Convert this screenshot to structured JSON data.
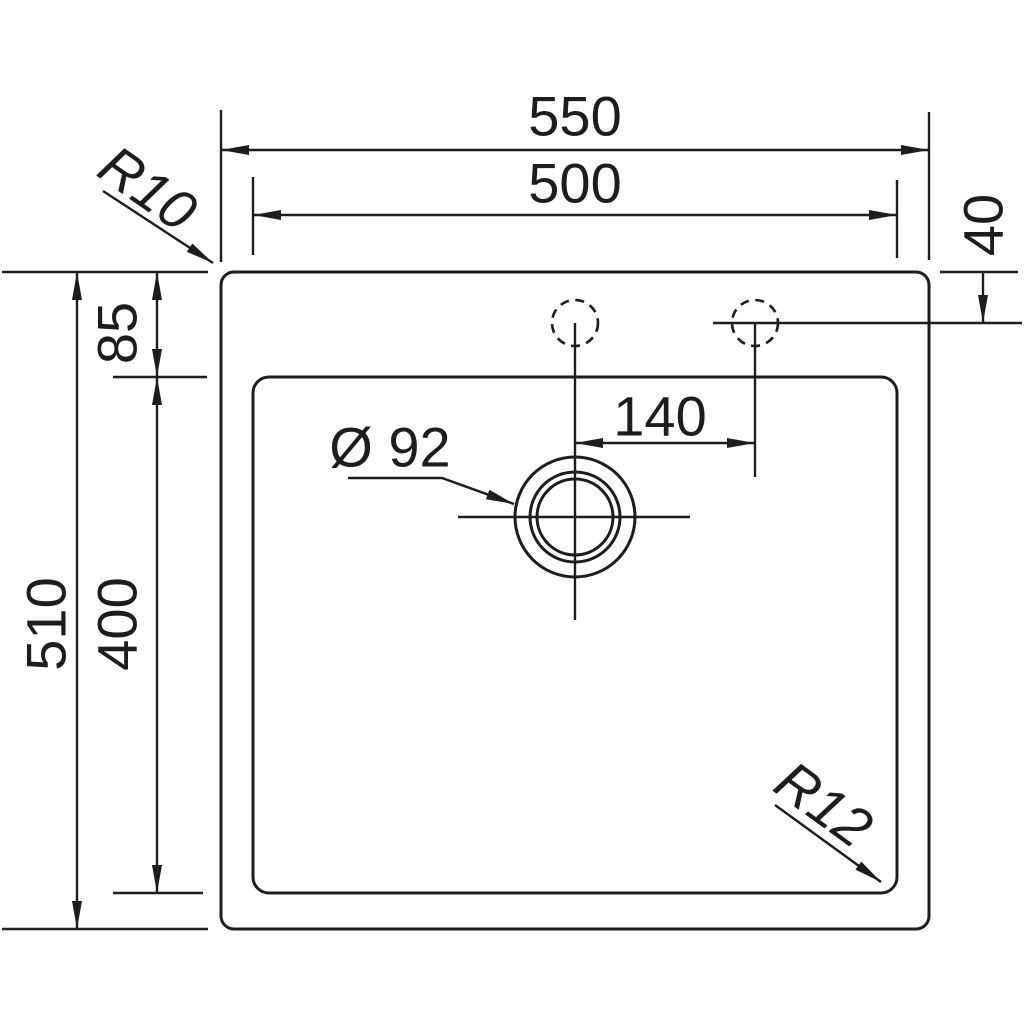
{
  "page": {
    "background_color": "#ffffff",
    "line_color": "#1d1d1b"
  },
  "drawing": {
    "description": "Technical dimension drawing, top view of a square kitchen sink with one bowl, drain hole and two tap holes",
    "labels": {
      "overall_width": "550",
      "bowl_width": "500",
      "overall_depth": "510",
      "bowl_depth": "400",
      "top_rim_to_bowl": "85",
      "tap_hole_offset": "40",
      "tap_hole_spacing": "140",
      "drain_diameter": "Ø 92",
      "outer_corner_radius": "R10",
      "bowl_corner_radius": "R12"
    }
  }
}
